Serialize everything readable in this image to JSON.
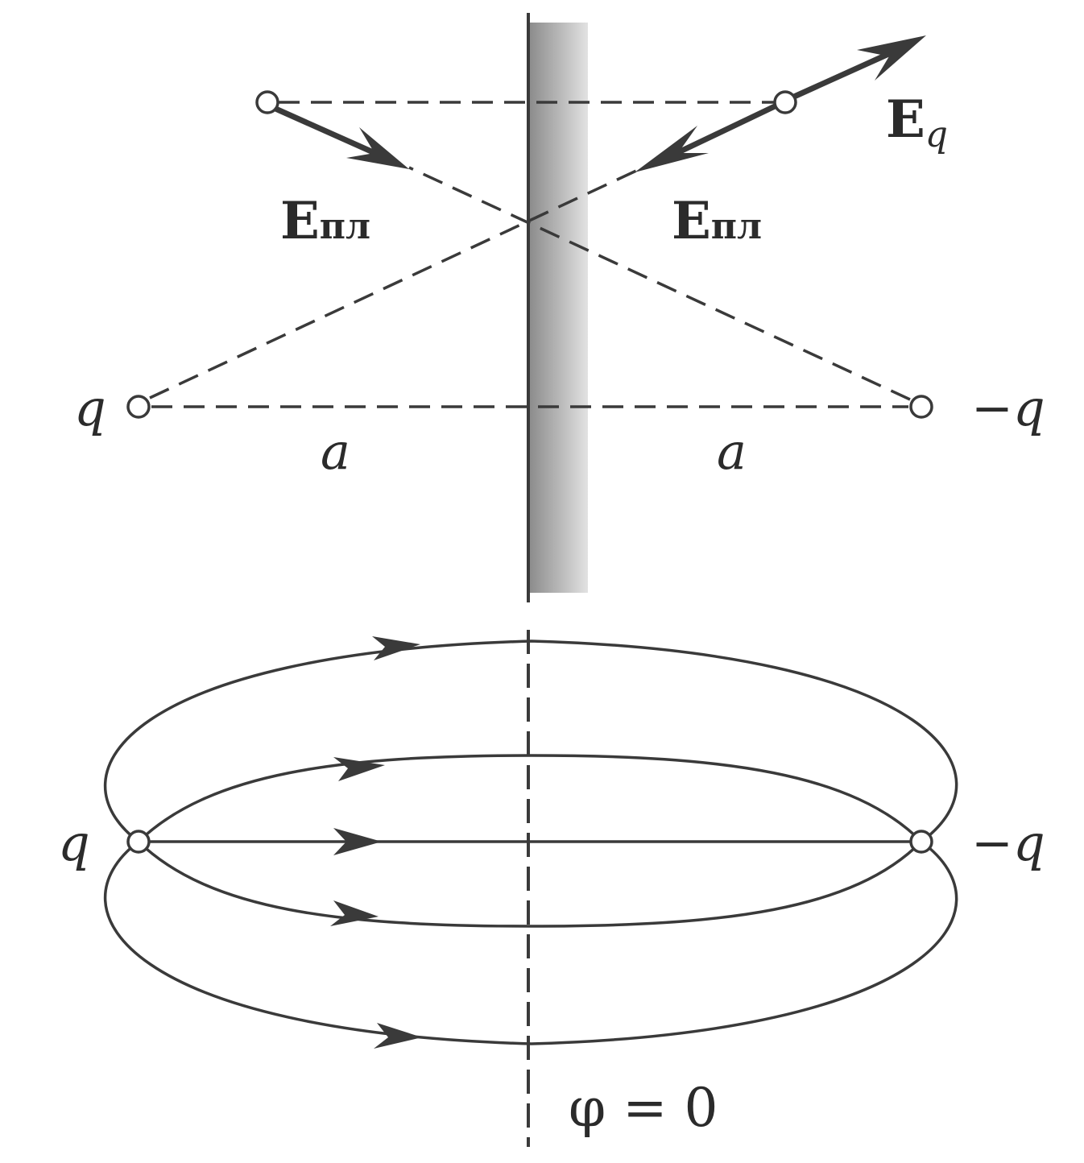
{
  "top_figure": {
    "labels": {
      "charge_pos": "q",
      "charge_neg": "−q",
      "distance_left": "a",
      "distance_right": "a",
      "field_plate_left": {
        "main": "E",
        "sub": "пл"
      },
      "field_plate_right": {
        "main": "E",
        "sub": "пл"
      },
      "field_charge": {
        "main": "E",
        "sub": "q"
      }
    }
  },
  "bottom_figure": {
    "labels": {
      "charge_pos": "q",
      "charge_neg": "−q",
      "potential": "φ = 0"
    }
  },
  "colors": {
    "line": "#3a3a3a",
    "plate_dark": "#8a8a8a",
    "plate_light": "#e2e2e2"
  }
}
